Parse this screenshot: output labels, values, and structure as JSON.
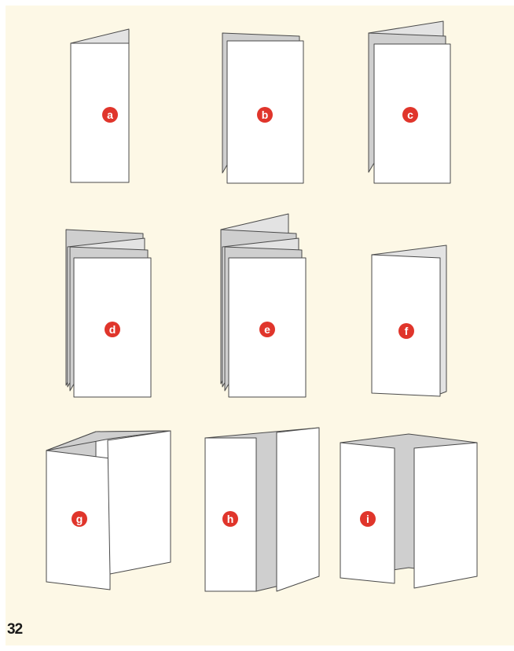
{
  "badge_color": "#e0352b",
  "page_fill": "#fffff",
  "panel_color": "#fdf8e6",
  "fold_colors": {
    "front": "#ffffff",
    "mid": "#cfcfcf",
    "back": "#e3e3e3"
  },
  "folds": [
    {
      "label": "a"
    },
    {
      "label": "b"
    },
    {
      "label": "c"
    },
    {
      "label": "d"
    },
    {
      "label": "e"
    },
    {
      "label": "f"
    },
    {
      "label": "g"
    },
    {
      "label": "h"
    },
    {
      "label": "i"
    }
  ],
  "page_number": "32"
}
